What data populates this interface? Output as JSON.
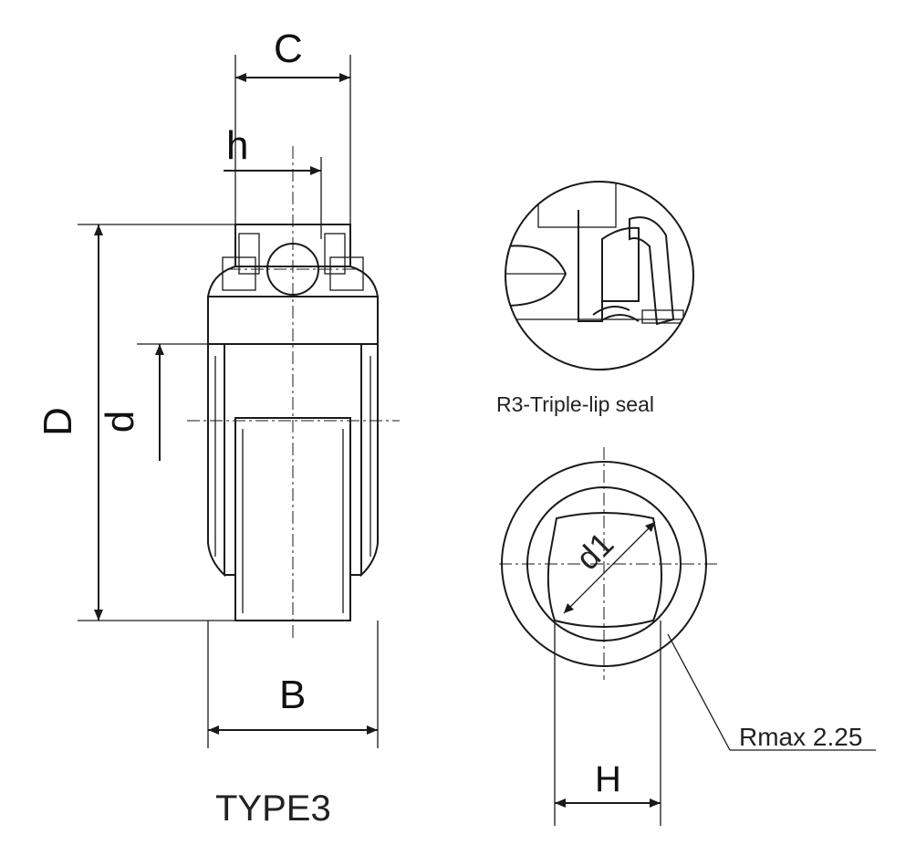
{
  "labels": {
    "C": "C",
    "h": "h",
    "D": "D",
    "d": "d",
    "B": "B",
    "type": "TYPE3",
    "seal_caption": "R3-Triple-lip seal",
    "d1": "d1",
    "H": "H",
    "rmax_prefix": "Rmax",
    "rmax_value": "2.25"
  },
  "colors": {
    "ink": "#1a1a1a",
    "paper": "#ffffff"
  }
}
